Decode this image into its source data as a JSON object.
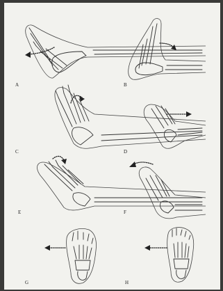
{
  "panels": [
    {
      "id": "A",
      "label": "A"
    },
    {
      "id": "B",
      "label": "B"
    },
    {
      "id": "C",
      "label": "C"
    },
    {
      "id": "D",
      "label": "D"
    },
    {
      "id": "E",
      "label": "E"
    },
    {
      "id": "F",
      "label": "F"
    },
    {
      "id": "G",
      "label": "G"
    },
    {
      "id": "H",
      "label": "H"
    }
  ],
  "colors": {
    "paper": "#f2f2ee",
    "ink": "#222222",
    "background": "#3a3a38"
  }
}
